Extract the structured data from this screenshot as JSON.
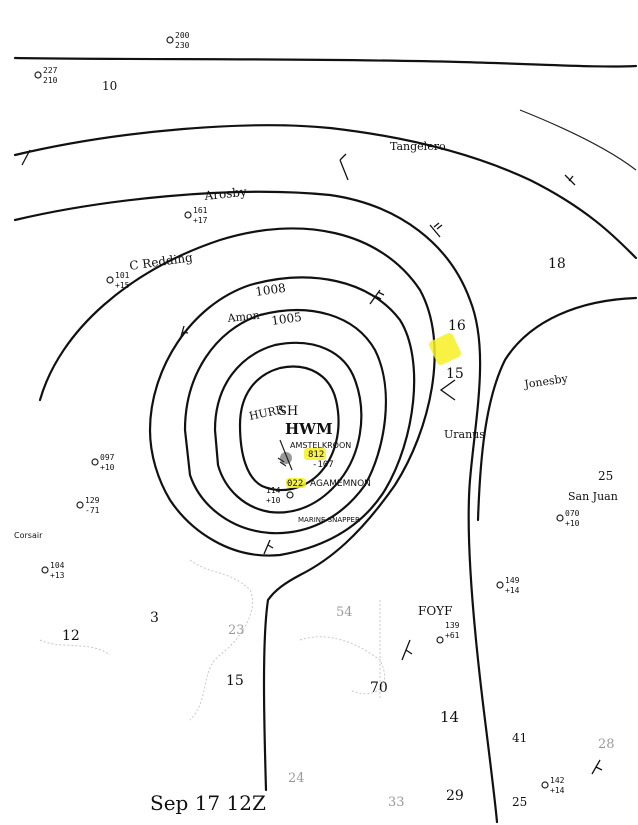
{
  "map": {
    "date_label": "Sep 17 12Z",
    "storm": {
      "center_label": "HWM",
      "hurricane_label": "HURR",
      "day_label": "SH",
      "pressure_value": "812",
      "pressure_change": "-107",
      "pressure_ref": "022"
    },
    "isobar_labels": [
      "1008",
      "1005"
    ],
    "ship_names": [
      "AMSTELKROON",
      "AGAMEMNON",
      "MARINE SNAPPER",
      "Tangelero",
      "Arosby",
      "C Redding",
      "Amon",
      "Uranus",
      "Jonesby",
      "San Juan",
      "Corsair",
      "FOYF"
    ],
    "grid_numbers": [
      "10",
      "16",
      "15",
      "18",
      "25",
      "12",
      "3",
      "23",
      "15",
      "54",
      "70",
      "14",
      "41",
      "29",
      "28",
      "24",
      "33",
      "25"
    ],
    "station_obs": [
      {
        "t": "227",
        "p": "210"
      },
      {
        "t": "200",
        "p": "230"
      },
      {
        "t": "161",
        "p": "+17"
      },
      {
        "t": "101",
        "p": "+15"
      },
      {
        "t": "097",
        "p": "+10"
      },
      {
        "t": "129",
        "p": "-71"
      },
      {
        "t": "104",
        "p": "+13"
      },
      {
        "t": "114",
        "p": "+10"
      },
      {
        "t": "139",
        "p": "+61"
      },
      {
        "t": "149",
        "p": "+14"
      },
      {
        "t": "070",
        "p": "+10"
      },
      {
        "t": "142",
        "p": "+14"
      }
    ],
    "highlight_color": "#f6f023",
    "ink_color": "#111111"
  }
}
